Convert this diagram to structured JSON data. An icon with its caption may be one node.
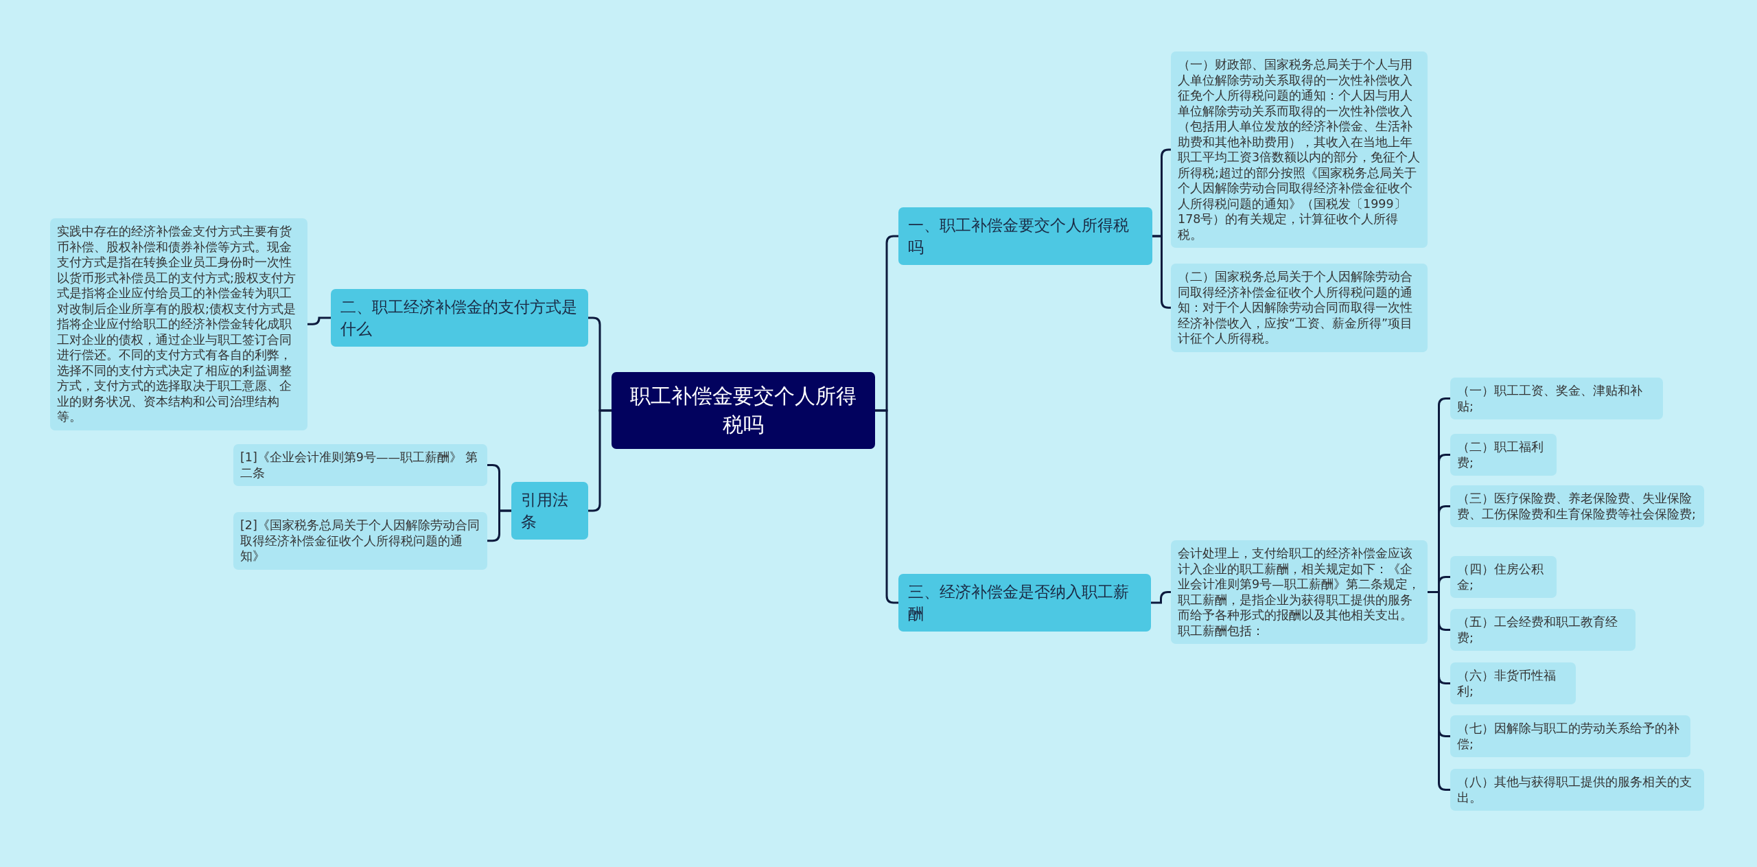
{
  "diagram": {
    "nodes": [
      {
        "text": [
          "职工补偿金要交个人所得税吗"
        ]
      },
      {
        "text": [
          "一、职工补偿金要交个人所得税吗"
        ]
      },
      {
        "text": [
          "（一）财政部、国家税务总局关于个人与用人单位解除劳动关系取得的一次性补偿收入征免个人所得税问题的通知：个人因与用人单位解除劳动关系而取得的一次性补偿收入（包括用人单位发放的经济补偿金、生活补助费和其他补助费用），其收入在当地上年职工平均工资3倍数额以内的部分，免征个人所得税;超过的部分按照《国家税务总局关于个人因解除劳动合同取得经济补偿金征收个人所得税问题的通知》（国税发〔1999〕178号）的有关规定，计算征收个人所得税。"
        ]
      },
      {
        "text": [
          "（二）国家税务总局关于个人因解除劳动合同取得经济补偿金征收个人所得税问题的通知：对于个人因解除劳动合同而取得一次性经济补偿收入，应按“工资、薪金所得”项目计征个人所得税。"
        ]
      },
      {
        "text": [
          "二、职工经济补偿金的支付方式是什么"
        ]
      },
      {
        "text": [
          "实践中存在的经济补偿金支付方式主要有货币补偿、股权补偿和债券补偿等方式。现金支付方式是指在转换企业员工身份时一次性以货币形式补偿员工的支付方式;股权支付方式是指将企业应付给员工的补偿金转为职工对改制后企业所享有的股权;债权支付方式是指将企业应付给职工的经济补偿金转化成职工对企业的债权，通过企业与职工签订合同进行偿还。不同的支付方式有各自的利弊，选择不同的支付方式决定了相应的利益调整方式，支付方式的选择取决于职工意愿、企业的财务状况、资本结构和公司治理结构等。"
        ]
      },
      {
        "text": [
          "引用法条"
        ]
      },
      {
        "text": [
          "[1]《企业会计准则第9号——职工薪酬》 第二条"
        ]
      },
      {
        "text": [
          "[2]《国家税务总局关于个人因解除劳动合同取得经济补偿金征收个人所得税问题的通知》"
        ]
      },
      {
        "text": [
          "三、经济补偿金是否纳入职工薪酬"
        ]
      },
      {
        "text": [
          "会计处理上，支付给职工的经济补偿金应该计入企业的职工薪酬，相关规定如下：《企业会计准则第9号—职工薪酬》第二条规定，职工薪酬，是指企业为获得职工提供的服务而给予各种形式的报酬以及其他相关支出。职工薪酬包括："
        ]
      },
      {
        "text": [
          "（一）职工工资、奖金、津贴和补贴;"
        ]
      },
      {
        "text": [
          "（二）职工福利费;"
        ]
      },
      {
        "text": [
          "（三）医疗保险费、养老保险费、失业保险费、工伤保险费和生育保险费等社会保险费;"
        ]
      },
      {
        "text": [
          "（四）住房公积金;"
        ]
      },
      {
        "text": [
          "（五）工会经费和职工教育经费;"
        ]
      },
      {
        "text": [
          "（六）非货币性福利;"
        ]
      },
      {
        "text": [
          "（七）因解除与职工的劳动关系给予的补偿;"
        ]
      },
      {
        "text": [
          "（八）其他与获得职工提供的服务相关的支出。"
        ]
      }
    ],
    "edges": [
      {
        "from": 0,
        "to": 1,
        "arrow": "none"
      },
      {
        "from": 1,
        "to": 2,
        "arrow": "none"
      },
      {
        "from": 1,
        "to": 3,
        "arrow": "none"
      },
      {
        "from": 0,
        "to": 4,
        "arrow": "none"
      },
      {
        "from": 4,
        "to": 5,
        "arrow": "none"
      },
      {
        "from": 0,
        "to": 6,
        "arrow": "none"
      },
      {
        "from": 6,
        "to": 7,
        "arrow": "none"
      },
      {
        "from": 6,
        "to": 8,
        "arrow": "none"
      },
      {
        "from": 0,
        "to": 9,
        "arrow": "none"
      },
      {
        "from": 9,
        "to": 10,
        "arrow": "none"
      },
      {
        "from": 10,
        "to": 11,
        "arrow": "none"
      },
      {
        "from": 10,
        "to": 12,
        "arrow": "none"
      },
      {
        "from": 10,
        "to": 13,
        "arrow": "none"
      },
      {
        "from": 10,
        "to": 14,
        "arrow": "none"
      },
      {
        "from": 10,
        "to": 15,
        "arrow": "none"
      },
      {
        "from": 10,
        "to": 16,
        "arrow": "none"
      },
      {
        "from": 10,
        "to": 17,
        "arrow": "none"
      },
      {
        "from": 10,
        "to": 18,
        "arrow": "none"
      }
    ]
  }
}
